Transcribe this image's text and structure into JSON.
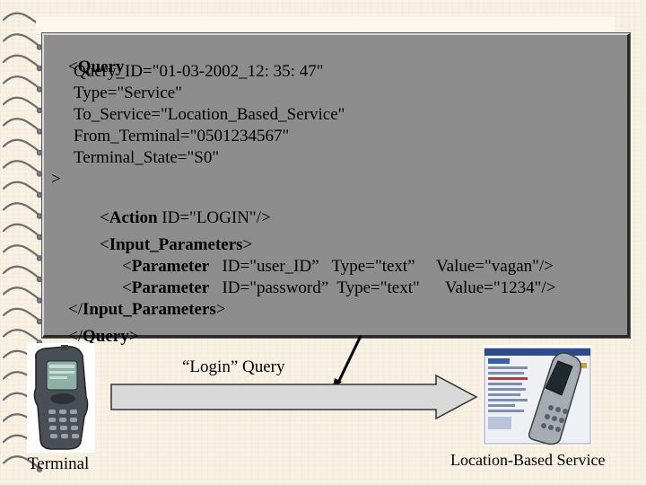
{
  "code_panel": {
    "lines": [
      {
        "pre": "<",
        "tag": "Query",
        "post": ""
      },
      {
        "text": "Query_ID=\"01-03-2002_12: 35: 47\""
      },
      {
        "text": "Type=\"Service\""
      },
      {
        "text": "To_Service=\"Location_Based_Service\""
      },
      {
        "text": "From_Terminal=\"0501234567\""
      },
      {
        "text": "Terminal_State=\"S0\""
      },
      {
        "text": ">"
      },
      {
        "pre": "<",
        "tag": "Action",
        "post": " ID=\"LOGIN\"/>"
      },
      {
        "pre": "<",
        "tag": "Input_Parameters",
        "post": ">"
      },
      {
        "pre": "<",
        "tag": "Parameter",
        "post": "   ID=\"user_ID”   Type=\"text”     Value=\"vagan\"/>"
      },
      {
        "pre": "<",
        "tag": "Parameter",
        "post": "   ID=\"password”  Type=\"text\"      Value=\"1234\"/>"
      },
      {
        "pre": "</",
        "tag": "Input_Parameters",
        "post": ">"
      },
      {
        "pre": "</",
        "tag": "Query",
        "post": ">"
      }
    ]
  },
  "arrow_label": "“Login” Query",
  "terminal_label": "Terminal",
  "service_label": "Location-Based Service",
  "colors": {
    "panel": "#8d8d8d",
    "background": "#f7eedf",
    "arrow_fill": "#d9d9d9"
  },
  "icons": {
    "terminal": "mobile-phone-icon",
    "service": "handheld-browser-icon"
  }
}
